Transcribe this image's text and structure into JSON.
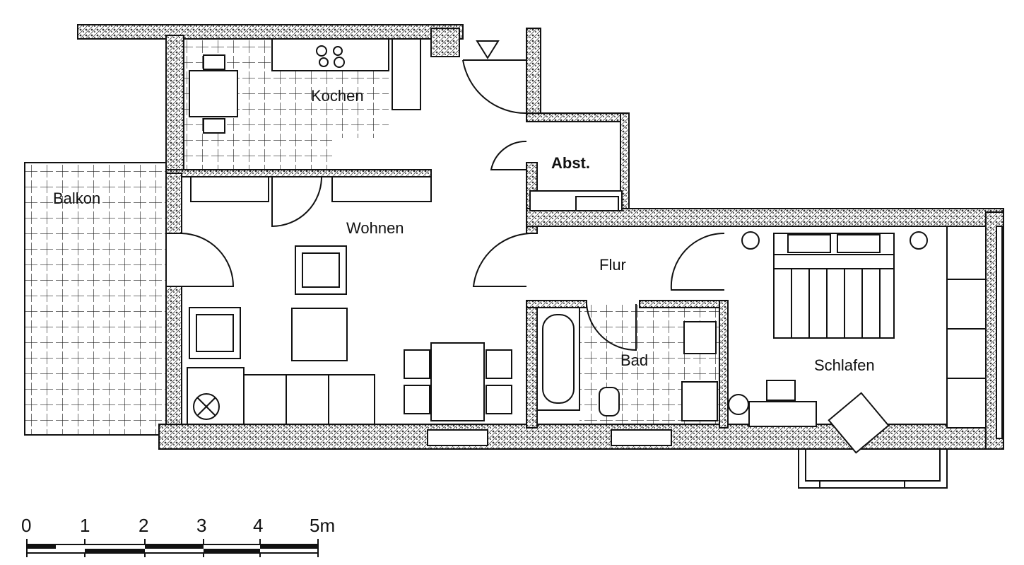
{
  "rooms": {
    "kitchen": "Kochen",
    "storage": "Abst.",
    "balcony": "Balkon",
    "living": "Wohnen",
    "hall": "Flur",
    "bath": "Bad",
    "bedroom": "Schlafen"
  },
  "scale": {
    "ticks": [
      "0",
      "1",
      "2",
      "3",
      "4",
      "5m"
    ]
  }
}
